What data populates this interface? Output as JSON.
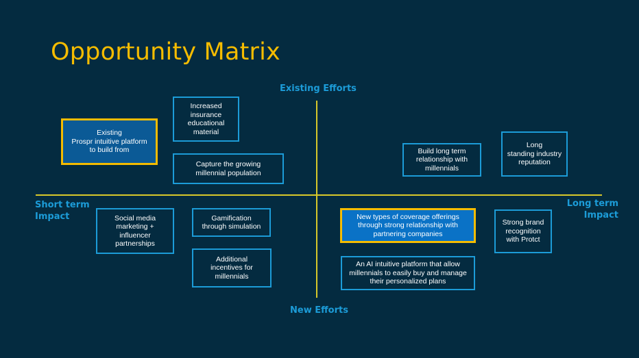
{
  "title": "Opportunity Matrix",
  "axes": {
    "top": "Existing Efforts",
    "bottom": "New Efforts",
    "left": "Short term\nImpact",
    "right": "Long term\nImpact"
  },
  "colors": {
    "background": "#042B40",
    "title": "#F5BC00",
    "axis_text": "#1C9CD8",
    "axis_lines": "#D9C92A",
    "box_border": "#1C9CD8",
    "highlight_border": "#F5BC00"
  },
  "quadrants": {
    "top_left": [
      {
        "text": "Existing\nProspr  intuitive platform\nto build from",
        "highlighted": true
      },
      {
        "text": "Increased\ninsurance\neducational\nmaterial",
        "highlighted": false
      },
      {
        "text": "Capture the growing\nmillennial population",
        "highlighted": false
      }
    ],
    "top_right": [
      {
        "text": "Build long term\nrelationship with\nmillennials",
        "highlighted": false
      },
      {
        "text": "Long\nstanding industry\nreputation",
        "highlighted": false
      }
    ],
    "bottom_left": [
      {
        "text": "Social media\nmarketing +\ninfluencer\npartnerships",
        "highlighted": false
      },
      {
        "text": "Gamification\nthrough simulation",
        "highlighted": false
      },
      {
        "text": "Additional\nincentives for\nmillennials",
        "highlighted": false
      }
    ],
    "bottom_right": [
      {
        "text": "New types of coverage offerings\nthrough strong relationship with\npartnering companies",
        "highlighted": true
      },
      {
        "text": "Strong brand\nrecognition\nwith Protct",
        "highlighted": false
      },
      {
        "text": "An AI intuitive platform that allow\nmillennials to easily buy and manage\ntheir personalized plans",
        "highlighted": false
      }
    ]
  }
}
